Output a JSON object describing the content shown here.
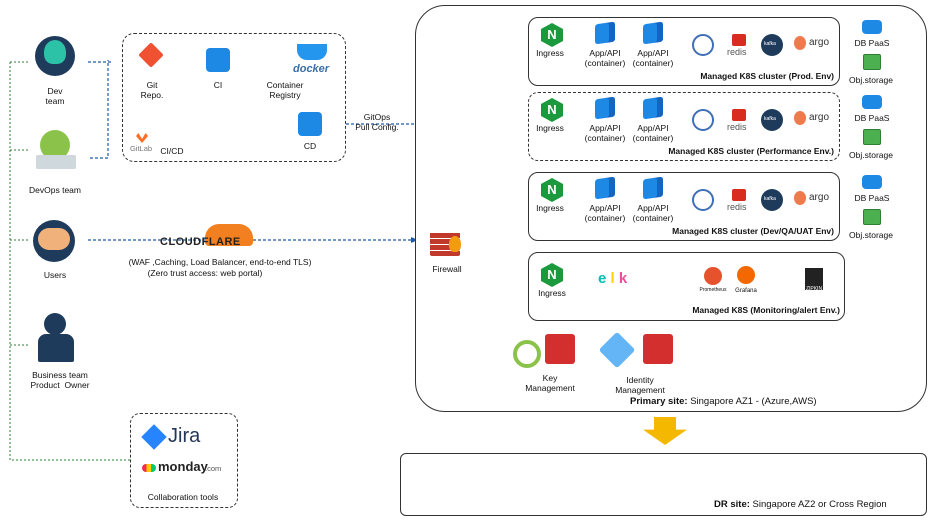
{
  "people": {
    "dev": "Dev\nteam",
    "devops": "DevOps team",
    "users": "Users",
    "business": "Business team\nProduct  Owner"
  },
  "cicd": {
    "git": "Git\nRepo.",
    "ci": "CI",
    "docker": "docker",
    "registry": "Container\nRegistry",
    "cd": "CD",
    "gitlab": "GitLab",
    "caption": "CI/CD"
  },
  "gitops": "GitOps\nPull Config.",
  "cloudflare": {
    "logo": "CLOUDFLARE",
    "line1": "(WAF ,Caching, Load Balancer, end-to-end TLS)",
    "line2": "(Zero trust access:  web portal)"
  },
  "collab": {
    "jira": "Jira",
    "monday": "monday",
    "monday_suffix": ".com",
    "caption": "Collaboration  tools"
  },
  "firewall": "Firewall",
  "common": {
    "ingress": "Ingress",
    "app": "App/API\n(container)",
    "redis": "redis",
    "kafka": "kafka",
    "argo": "argo",
    "dbpaas": "DB PaaS",
    "objstorage": "Obj.storage"
  },
  "clusters": [
    {
      "title": "Managed K8S cluster  (Prod. Env)"
    },
    {
      "title": "Managed K8S  cluster  (Performance  Env.)"
    },
    {
      "title": "Managed K8S cluster  (Dev/QA/UAT   Env)"
    }
  ],
  "monitoring": {
    "title": "Managed K8S (Monitoring/alert   Env.)",
    "prometheus": "Prometheus",
    "grafana": "Grafana",
    "zipkin": "ZIPKIN"
  },
  "security": {
    "key": "Key\nManagement",
    "identity": "Identity\nManagement"
  },
  "primary": {
    "bold": "Primary site:",
    "rest": " Singapore AZ1 - (Azure,AWS)"
  },
  "dr": {
    "bold": "DR site:",
    "rest": " Singapore AZ2 or Cross Region"
  },
  "colors": {
    "nginx": "#1a9a3c",
    "azure": "#1e88e5",
    "redis": "#d82c20",
    "cloudflare": "#f38020"
  }
}
